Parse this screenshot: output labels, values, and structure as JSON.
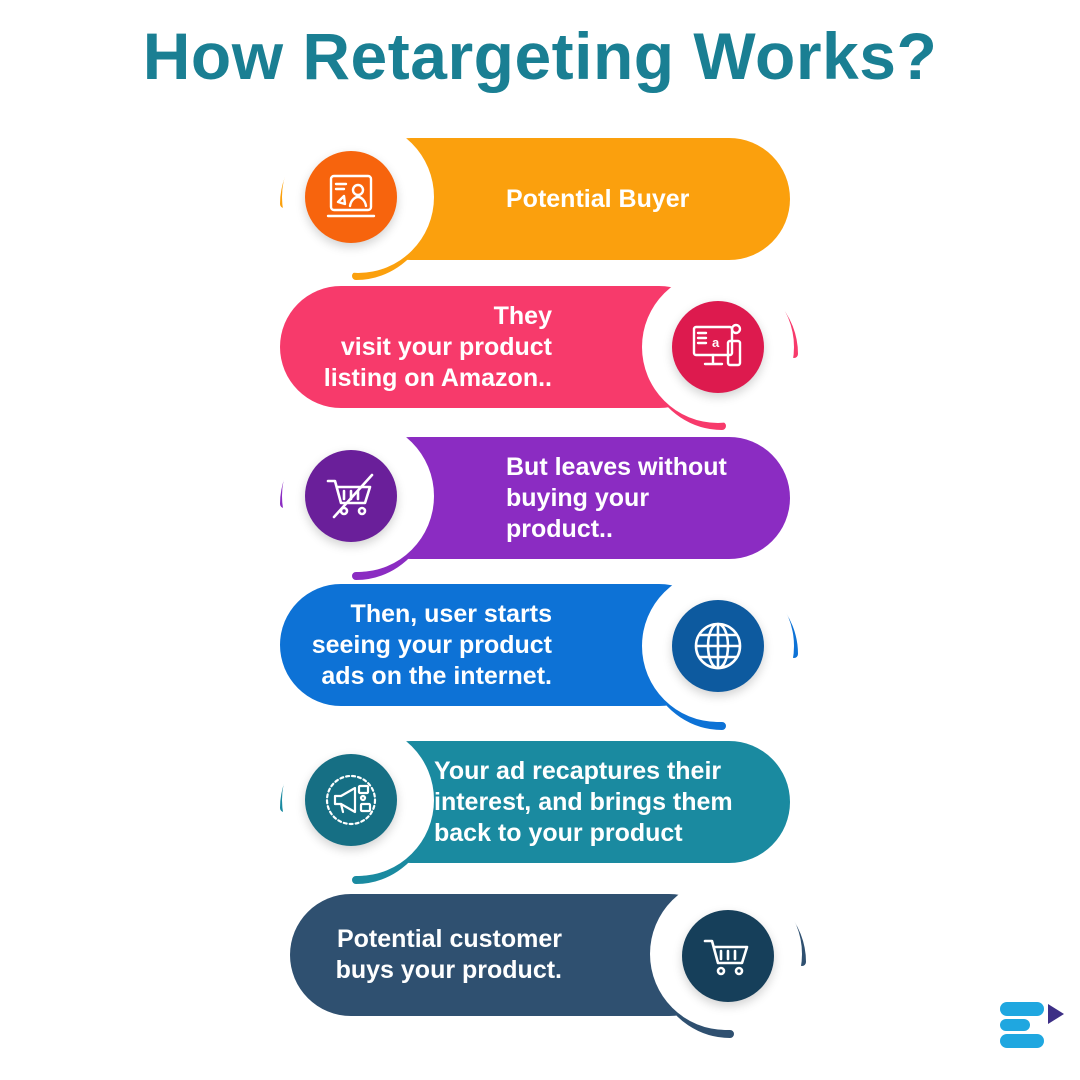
{
  "title": "How Retargeting Works?",
  "colors": {
    "title": "#1a7f93",
    "step1": "#fba00d",
    "step1_icon": "#f7640d",
    "step2": "#f73a6b",
    "step2_icon": "#dd1a4e",
    "step3": "#8b2cc2",
    "step3_icon": "#6a1f9a",
    "step4": "#0d72d6",
    "step4_icon": "#0d5a9f",
    "step5": "#1a8aa0",
    "step5_icon": "#166f84",
    "step6": "#2f5070",
    "step6_icon": "#163f5a",
    "logo": "#1fa7e0"
  },
  "steps": [
    {
      "text": "Potential Buyer",
      "icon": "person-at-screen-icon"
    },
    {
      "text": "They\nvisit your product\nlisting on Amazon..",
      "icon": "amazon-listing-icon"
    },
    {
      "text": "But leaves without\nbuying your product..",
      "icon": "crossed-cart-icon"
    },
    {
      "text": "Then, user starts\nseeing your product\nads on the internet.",
      "icon": "globe-icon"
    },
    {
      "text": "Your ad recaptures their\ninterest, and brings them\nback to your product",
      "icon": "megaphone-ad-icon"
    },
    {
      "text": "Potential customer\nbuys your product.",
      "icon": "shopping-cart-icon"
    }
  ],
  "logo": "brand-logo-icon"
}
